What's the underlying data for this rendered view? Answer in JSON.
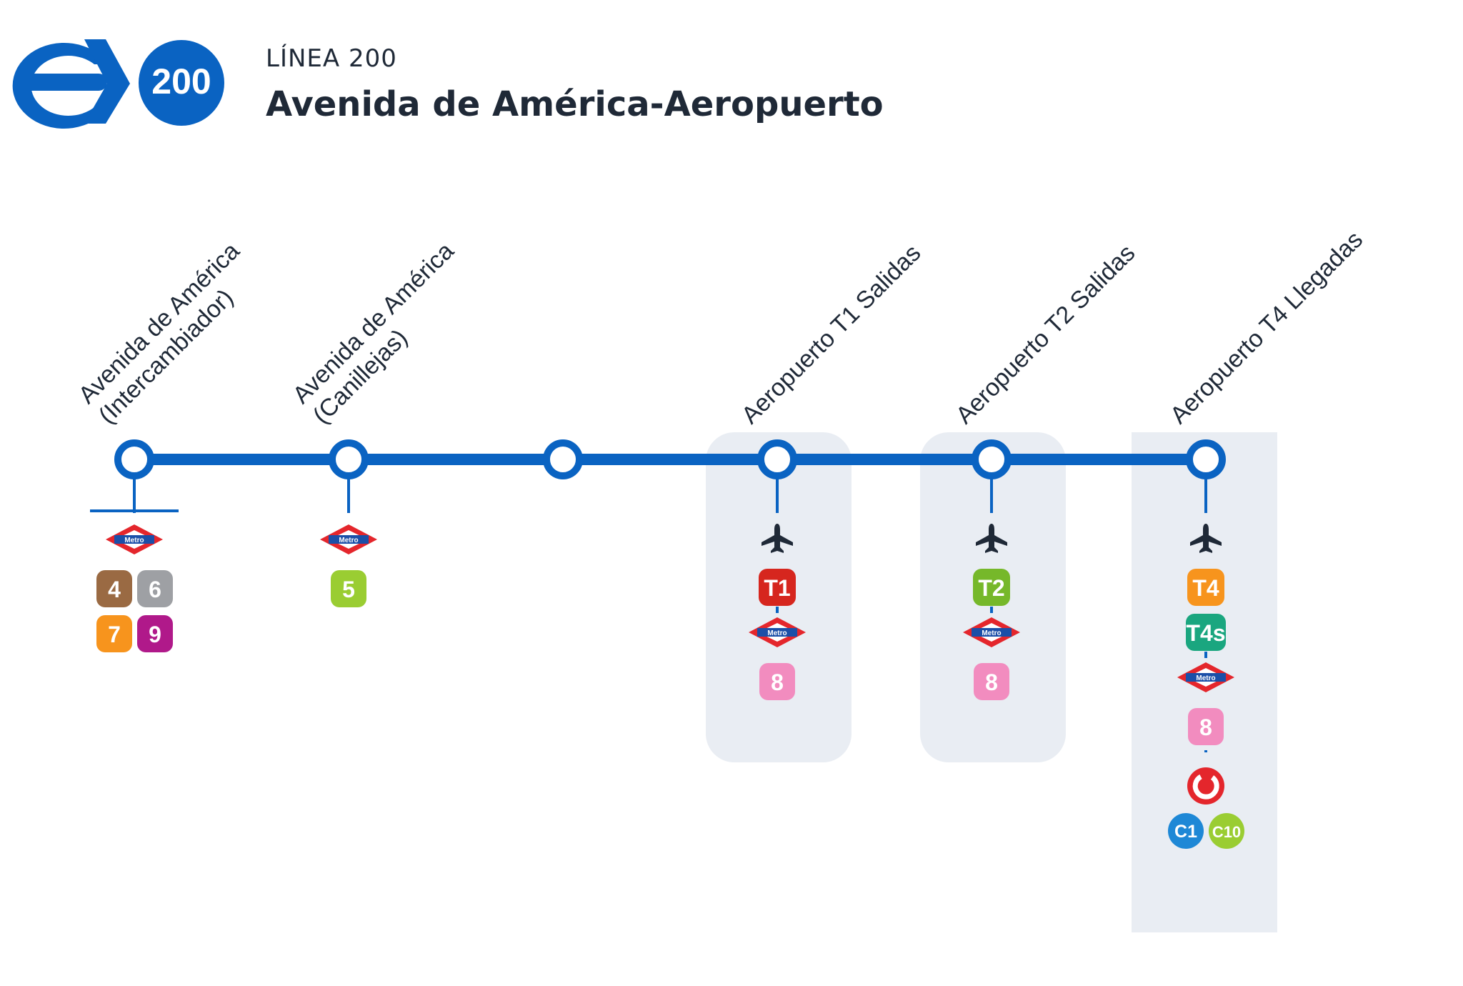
{
  "header": {
    "brand_number": "200",
    "subtitle": "LÍNEA 200",
    "title": "Avenida de América-Aeropuerto"
  },
  "colors": {
    "line": "#0a63c2",
    "text": "#1f2937",
    "panel": "#e9edf3",
    "metro_red": "#e4262c",
    "metro_blue": "#1b4fa8"
  },
  "stops": [
    {
      "id": "s1",
      "lines": [
        "Avenida de América",
        "(Intercambiador)"
      ],
      "items": [
        {
          "type": "metro",
          "text": "Metro"
        },
        {
          "type": "badges",
          "badges": [
            {
              "text": "4",
              "color": "#9a6a43"
            },
            {
              "text": "6",
              "color": "#9ea0a4"
            }
          ]
        },
        {
          "type": "badges",
          "badges": [
            {
              "text": "7",
              "color": "#f7941d"
            },
            {
              "text": "9",
              "color": "#b0198a"
            }
          ]
        }
      ]
    },
    {
      "id": "s2",
      "lines": [
        "Avenida de América",
        "(Canillejas)"
      ],
      "items": [
        {
          "type": "metro",
          "text": "Metro"
        },
        {
          "type": "badges",
          "badges": [
            {
              "text": "5",
              "color": "#9acd32"
            }
          ]
        }
      ]
    },
    {
      "id": "s3",
      "lines": [],
      "items": []
    },
    {
      "id": "s4",
      "lines": [
        "Aeropuerto T1 Salidas"
      ],
      "items": [
        {
          "type": "plane"
        },
        {
          "type": "badges",
          "badges": [
            {
              "text": "T1",
              "color": "#d6261e"
            }
          ]
        },
        {
          "type": "metro",
          "text": "Metro"
        },
        {
          "type": "badges",
          "badges": [
            {
              "text": "8",
              "color": "#f28cbf"
            }
          ]
        }
      ]
    },
    {
      "id": "s5",
      "lines": [
        "Aeropuerto T2 Salidas"
      ],
      "items": [
        {
          "type": "plane"
        },
        {
          "type": "badges",
          "badges": [
            {
              "text": "T2",
              "color": "#76b82a"
            }
          ]
        },
        {
          "type": "metro",
          "text": "Metro"
        },
        {
          "type": "badges",
          "badges": [
            {
              "text": "8",
              "color": "#f28cbf"
            }
          ]
        }
      ]
    },
    {
      "id": "s6",
      "lines": [
        "Aeropuerto T4 Llegadas"
      ],
      "items": [
        {
          "type": "plane"
        },
        {
          "type": "badges",
          "badges": [
            {
              "text": "T4",
              "color": "#f7941d"
            }
          ]
        },
        {
          "type": "badges",
          "badges": [
            {
              "text": "T4s",
              "color": "#1aa67f"
            }
          ]
        },
        {
          "type": "metro",
          "text": "Metro"
        },
        {
          "type": "badges",
          "badges": [
            {
              "text": "8",
              "color": "#f28cbf"
            }
          ]
        },
        {
          "type": "cercanias"
        },
        {
          "type": "circles",
          "badges": [
            {
              "text": "C1",
              "color": "#1e88d6"
            },
            {
              "text": "C10",
              "color": "#9acd32"
            }
          ]
        }
      ]
    }
  ]
}
